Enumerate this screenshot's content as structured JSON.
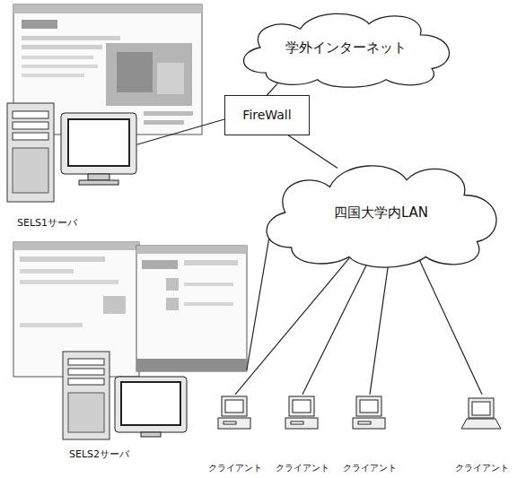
{
  "diagram": {
    "nodes": [
      {
        "text": [
          "学外インターネット"
        ]
      },
      {
        "text": [
          "SELS1サーバ"
        ]
      },
      {
        "text": [
          "FireWall"
        ]
      },
      {
        "text": [
          "四国大学内LAN"
        ]
      },
      {
        "text": [
          "SELS2サーバ"
        ]
      },
      {
        "text": [
          "クライアント"
        ]
      },
      {
        "text": [
          "クライアント"
        ]
      },
      {
        "text": [
          "クライアント"
        ]
      },
      {
        "text": [
          "クライアント"
        ]
      }
    ],
    "edges": [
      {
        "from": 0,
        "to": 2,
        "arrow": "none"
      },
      {
        "from": 1,
        "to": 2,
        "arrow": "none"
      },
      {
        "from": 2,
        "to": 3,
        "arrow": "none"
      },
      {
        "from": 3,
        "to": 4,
        "arrow": "none"
      },
      {
        "from": 3,
        "to": 5,
        "arrow": "none"
      },
      {
        "from": 3,
        "to": 6,
        "arrow": "none"
      },
      {
        "from": 3,
        "to": 7,
        "arrow": "none"
      },
      {
        "from": 3,
        "to": 8,
        "arrow": "none"
      }
    ]
  }
}
